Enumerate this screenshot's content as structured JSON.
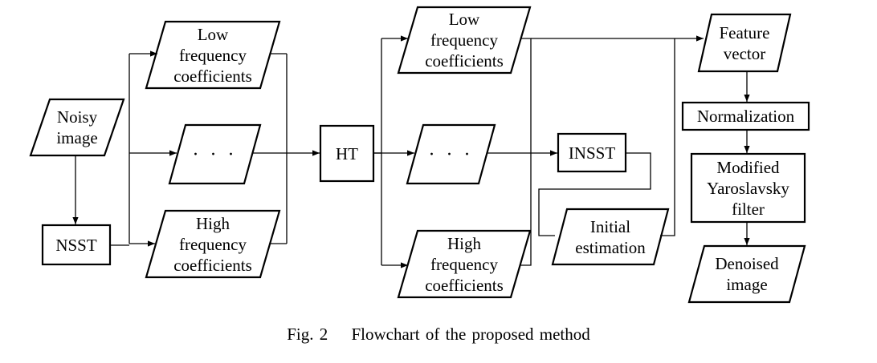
{
  "nodes": {
    "noisy_image": "Noisy\nimage",
    "nsst": "NSST",
    "low_freq_1": "Low\nfrequency\ncoefficients",
    "mid_dots_1": "· · ·",
    "high_freq_1": "High\nfrequency\ncoefficients",
    "ht": "HT",
    "low_freq_2": "Low\nfrequency\ncoefficients",
    "mid_dots_2": "· · ·",
    "high_freq_2": "High\nfrequency\ncoefficients",
    "insst": "INSST",
    "initial_estimation": "Initial\nestimation",
    "feature_vector": "Feature\nvector",
    "normalization": "Normalization",
    "modified_filter": "Modified\nYaroslavsky\nfilter",
    "denoised_image": "Denoised\nimage"
  },
  "caption": {
    "figure_number": "Fig. 2",
    "text": "Flowchart of the proposed method"
  }
}
